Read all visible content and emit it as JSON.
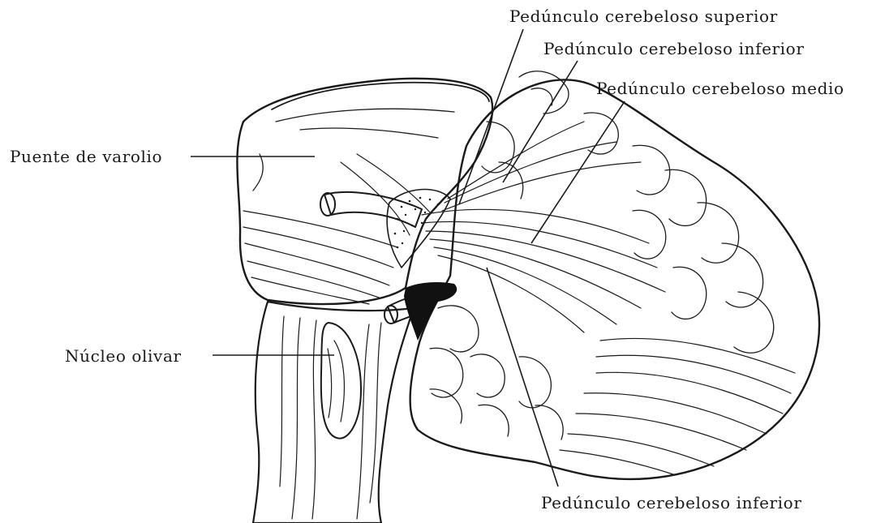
{
  "labels": {
    "superior_peduncle": "Pedúnculo cerebeloso superior",
    "inferior_peduncle_top": "Pedúnculo cerebeloso inferior",
    "middle_peduncle": "Pedúnculo cerebeloso medio",
    "pons": "Puente de varolio",
    "olivary_nucleus": "Núcleo olivar",
    "inferior_peduncle_bottom": "Pedúnculo cerebeloso inferior"
  },
  "colors": {
    "ink": "#1a1a1a",
    "background": "#ffffff",
    "dark_fill": "#111111"
  }
}
